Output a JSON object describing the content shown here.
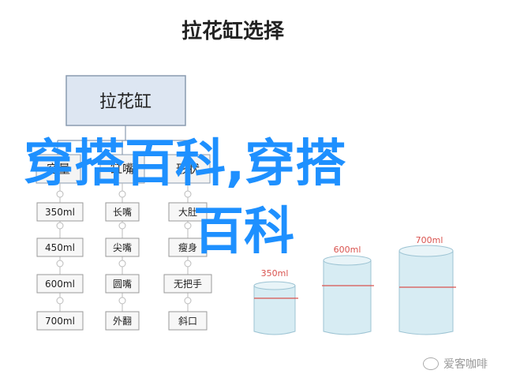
{
  "title": "拉花缸选择",
  "root": "拉花缸",
  "categories": [
    {
      "label": "容量",
      "items": [
        "350ml",
        "450ml",
        "600ml",
        "700ml"
      ]
    },
    {
      "label": "缸嘴",
      "items": [
        "长嘴",
        "尖嘴",
        "圆嘴",
        "外翻"
      ]
    },
    {
      "label": "形状",
      "items": [
        "大肚",
        "瘦身",
        "无把手",
        "斜口"
      ]
    }
  ],
  "cups": [
    {
      "label": "350ml"
    },
    {
      "label": "600ml"
    },
    {
      "label": "700ml"
    }
  ],
  "overlay": {
    "line1": "穿搭百科,穿搭",
    "line2": "百科"
  },
  "watermark": "爱客咖啡",
  "colors": {
    "root_fill": "#dde6f2",
    "box_stroke": "#8a9bb0",
    "cup_fill": "#d7ecf3",
    "overlay": "#1e90ff",
    "cup_line": "#d9534f"
  }
}
